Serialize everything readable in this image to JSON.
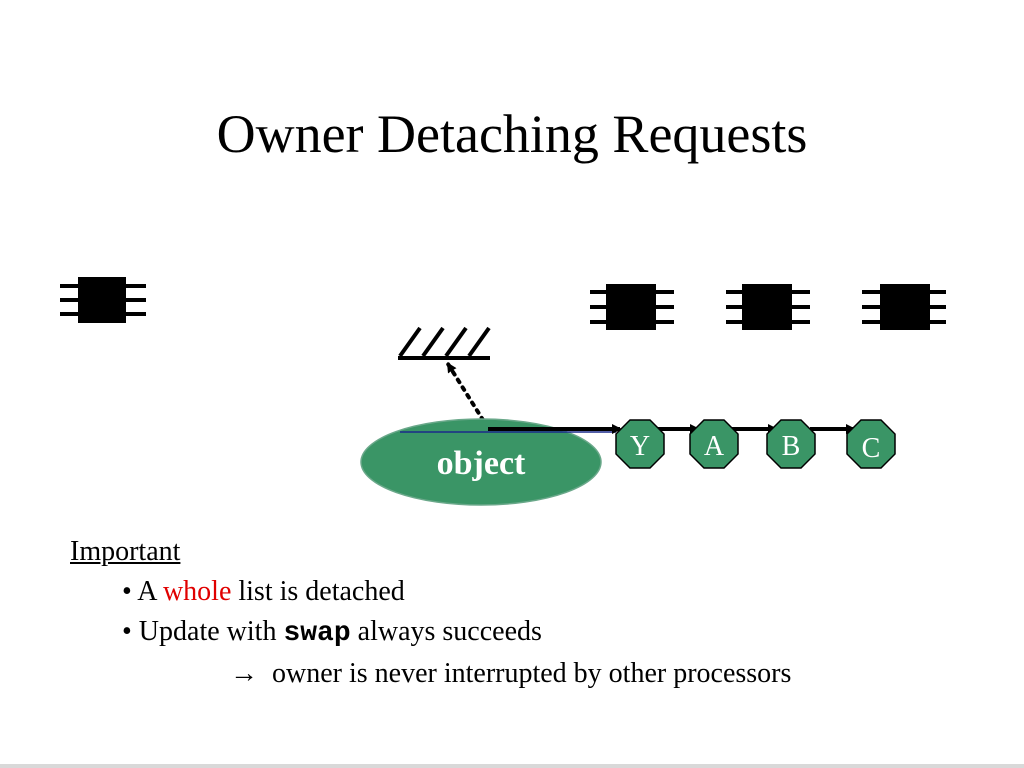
{
  "title": "Owner Detaching Requests",
  "diagram": {
    "object_label": "object",
    "nodes": [
      "Y",
      "A",
      "B",
      "C"
    ],
    "colors": {
      "node_fill": "#3a9566",
      "chip_fill": "#000000"
    }
  },
  "notes": {
    "heading": "Important",
    "bullet1": {
      "prefix": "• A ",
      "emph": "whole",
      "suffix": " list is detached"
    },
    "bullet2": {
      "prefix": "• Update with ",
      "code": "swap",
      "suffix": " always succeeds"
    },
    "conclusion": {
      "arrow": "→",
      "text": "owner is never interrupted by other processors"
    }
  }
}
